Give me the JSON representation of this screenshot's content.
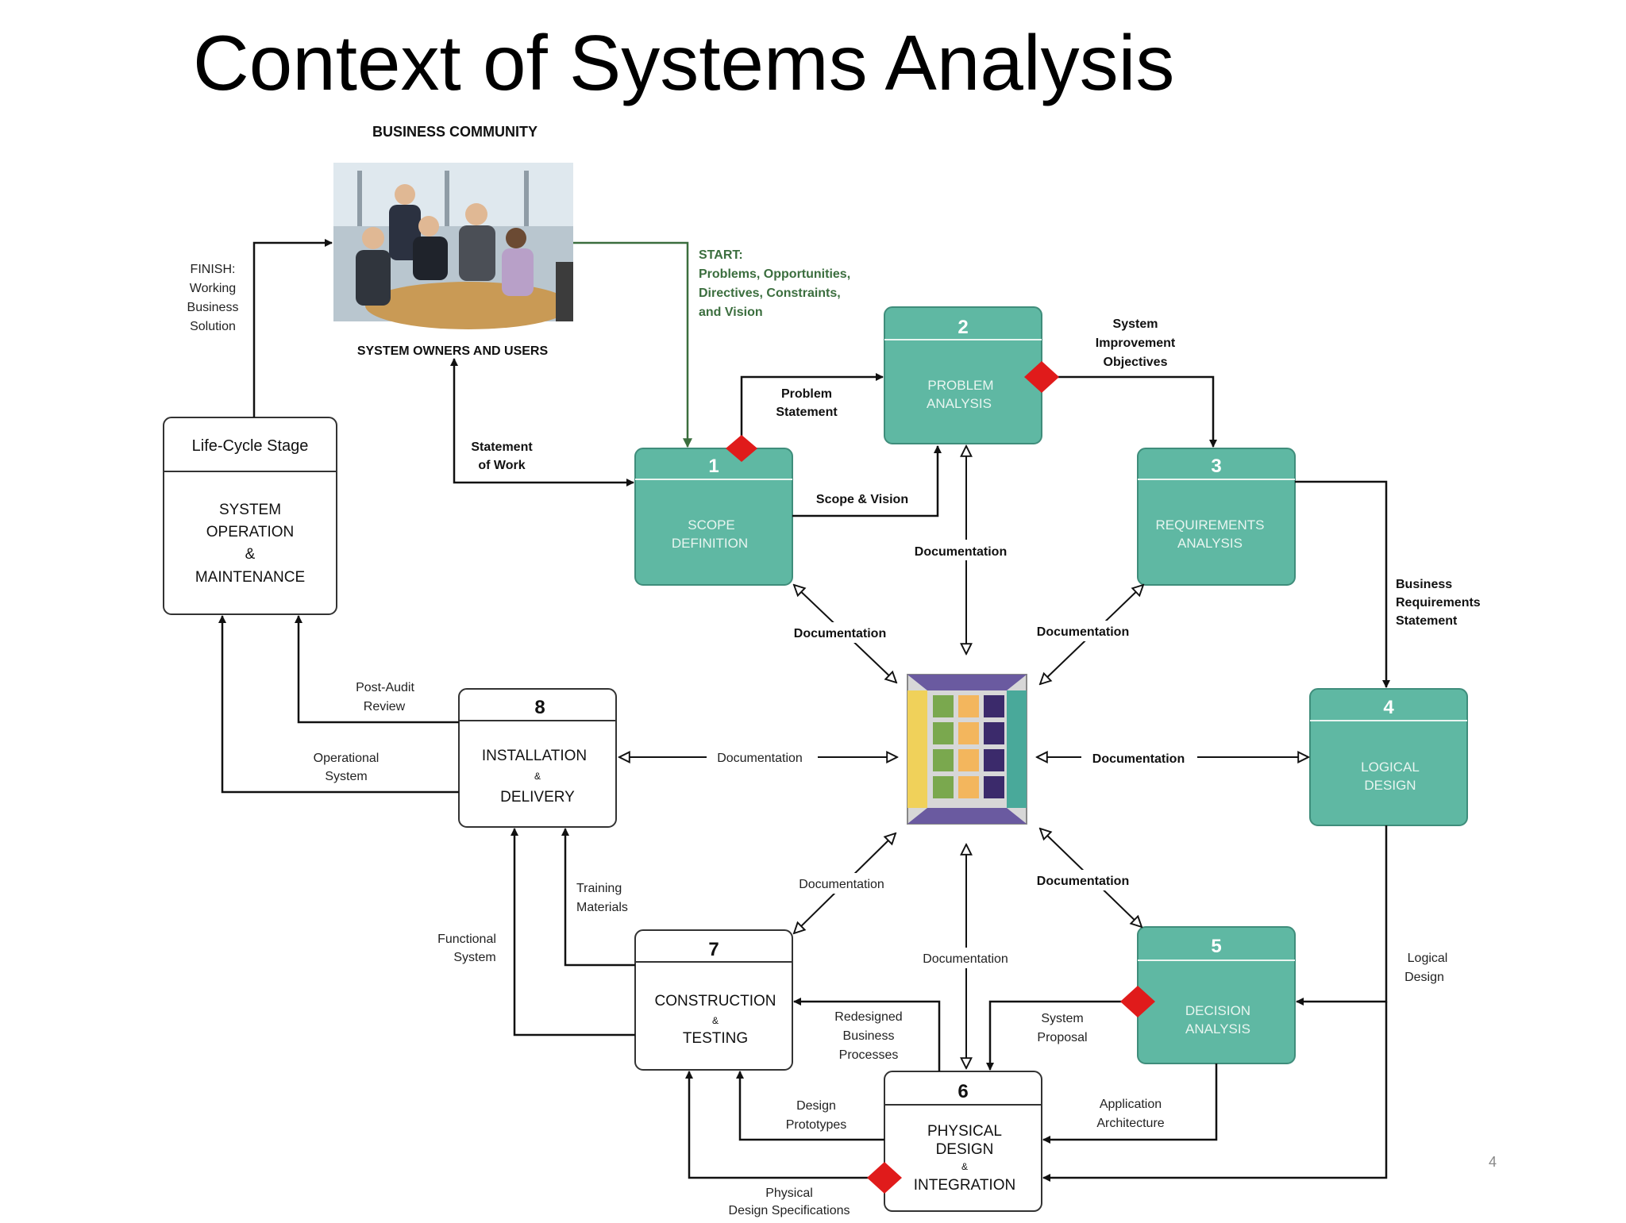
{
  "title": "Context of Systems Analysis",
  "business": {
    "heading": "BUSINESS COMMUNITY",
    "owners": "SYSTEM OWNERS AND USERS",
    "photo_icon": "meeting-photo"
  },
  "start": {
    "line1": "START:",
    "line2": "Problems, Opportunities,",
    "line3": "Directives, Constraints,",
    "line4": "and Vision"
  },
  "finish": {
    "line1": "FINISH:",
    "line2": "Working",
    "line3": "Business",
    "line4": "Solution"
  },
  "lifecycle": {
    "header": "Life-Cycle Stage",
    "line1": "SYSTEM",
    "line2": "OPERATION",
    "line3": "&",
    "line4": "MAINTENANCE"
  },
  "phases": {
    "p1": {
      "num": "1",
      "line1": "SCOPE",
      "line2": "DEFINITION"
    },
    "p2": {
      "num": "2",
      "line1": "PROBLEM",
      "line2": "ANALYSIS"
    },
    "p3": {
      "num": "3",
      "line1": "REQUIREMENTS",
      "line2": "ANALYSIS"
    },
    "p4": {
      "num": "4",
      "line1": "LOGICAL",
      "line2": "DESIGN"
    },
    "p5": {
      "num": "5",
      "line1": "DECISION",
      "line2": "ANALYSIS"
    },
    "p6": {
      "num": "6",
      "line1": "PHYSICAL",
      "line2": "DESIGN",
      "line3": "&",
      "line4": "INTEGRATION"
    },
    "p7": {
      "num": "7",
      "line1": "CONSTRUCTION",
      "line2": "&",
      "line3": "TESTING"
    },
    "p8": {
      "num": "8",
      "line1": "INSTALLATION",
      "line2": "&",
      "line3": "DELIVERY"
    }
  },
  "labels": {
    "statement_of_work_1": "Statement",
    "statement_of_work_2": "of Work",
    "problem_statement_1": "Problem",
    "problem_statement_2": "Statement",
    "scope_vision": "Scope & Vision",
    "sys_improve_1": "System",
    "sys_improve_2": "Improvement",
    "sys_improve_3": "Objectives",
    "bus_req_1": "Business",
    "bus_req_2": "Requirements",
    "bus_req_3": "Statement",
    "logical_design_1": "Logical",
    "logical_design_2": "Design",
    "system_proposal_1": "System",
    "system_proposal_2": "Proposal",
    "app_arch_1": "Application",
    "app_arch_2": "Architecture",
    "redesigned_1": "Redesigned",
    "redesigned_2": "Business",
    "redesigned_3": "Processes",
    "design_proto_1": "Design",
    "design_proto_2": "Prototypes",
    "phys_spec_1": "Physical",
    "phys_spec_2": "Design Specifications",
    "functional_1": "Functional",
    "functional_2": "System",
    "training_1": "Training",
    "training_2": "Materials",
    "post_audit_1": "Post-Audit",
    "post_audit_2": "Review",
    "operational_1": "Operational",
    "operational_2": "System",
    "doc": "Documentation"
  },
  "page_number": "4",
  "colors": {
    "teal": "#5fb8a3",
    "teal_border": "#3f8d7b",
    "start_green": "#3b6e3e",
    "diamond_red": "#e01b1b",
    "repo_green": "#7aa84e",
    "repo_orange": "#f3b65d",
    "repo_purple": "#3b2a6b",
    "repo_yellow": "#f0d15a",
    "repo_teal": "#49a99a"
  }
}
